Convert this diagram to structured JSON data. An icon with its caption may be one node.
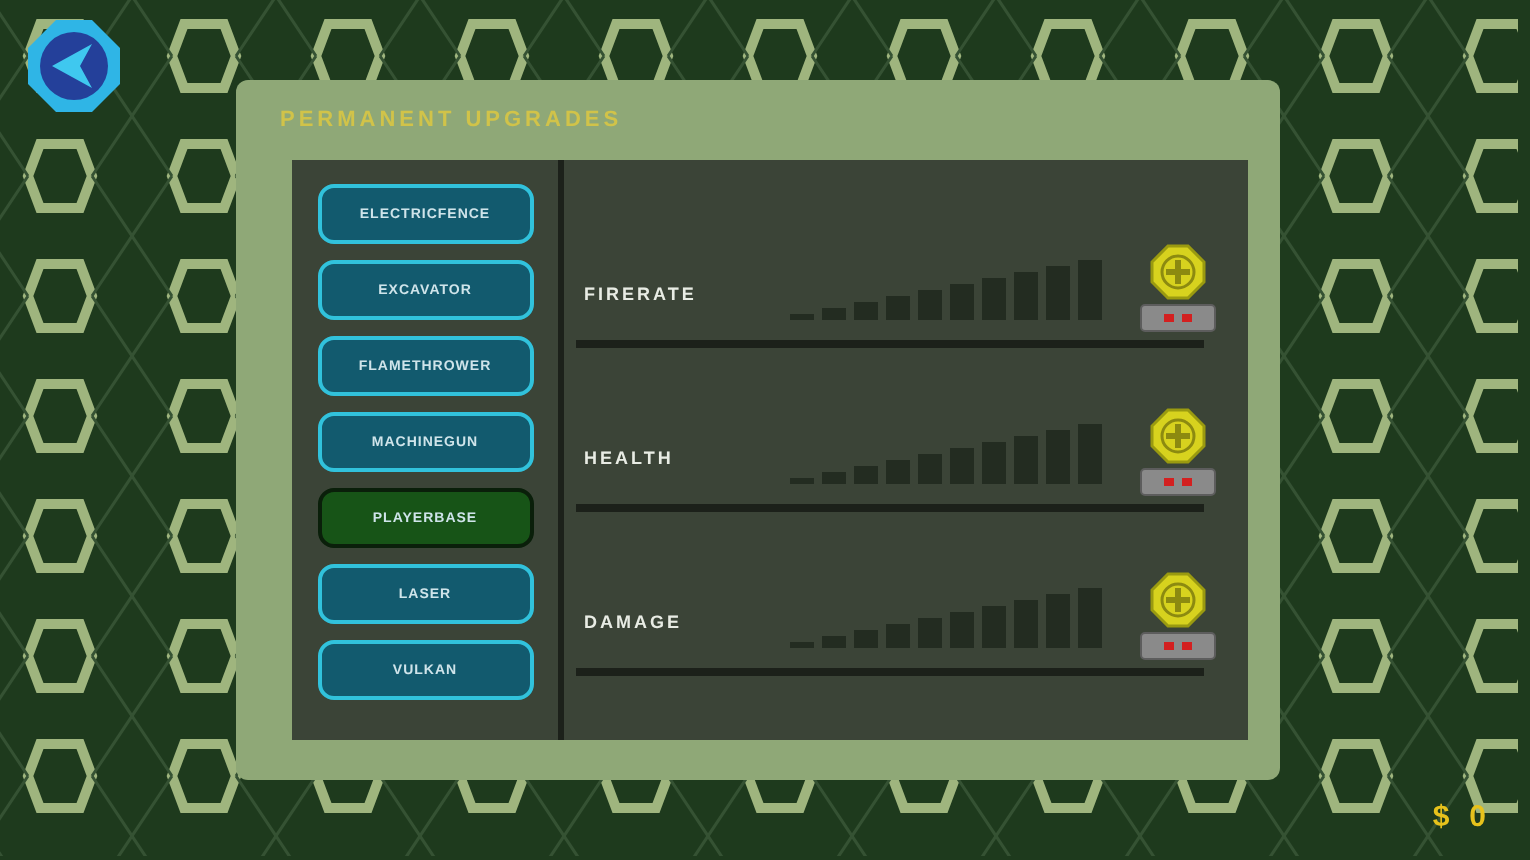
{
  "diagram": {
    "title": "PERMANENT UPGRADES",
    "nodes": [
      {
        "text": [
          "ELECTRICFENCE"
        ]
      },
      {
        "text": [
          "EXCAVATOR"
        ]
      },
      {
        "text": [
          "FLAMETHROWER"
        ]
      },
      {
        "text": [
          "MACHINEGUN"
        ]
      },
      {
        "text": [
          "PLAYERBASE"
        ]
      },
      {
        "text": [
          "LASER"
        ]
      },
      {
        "text": [
          "VULKAN"
        ]
      }
    ],
    "labels": [
      "FIRERATE",
      "HEALTH",
      "DAMAGE",
      "$",
      "0"
    ]
  }
}
